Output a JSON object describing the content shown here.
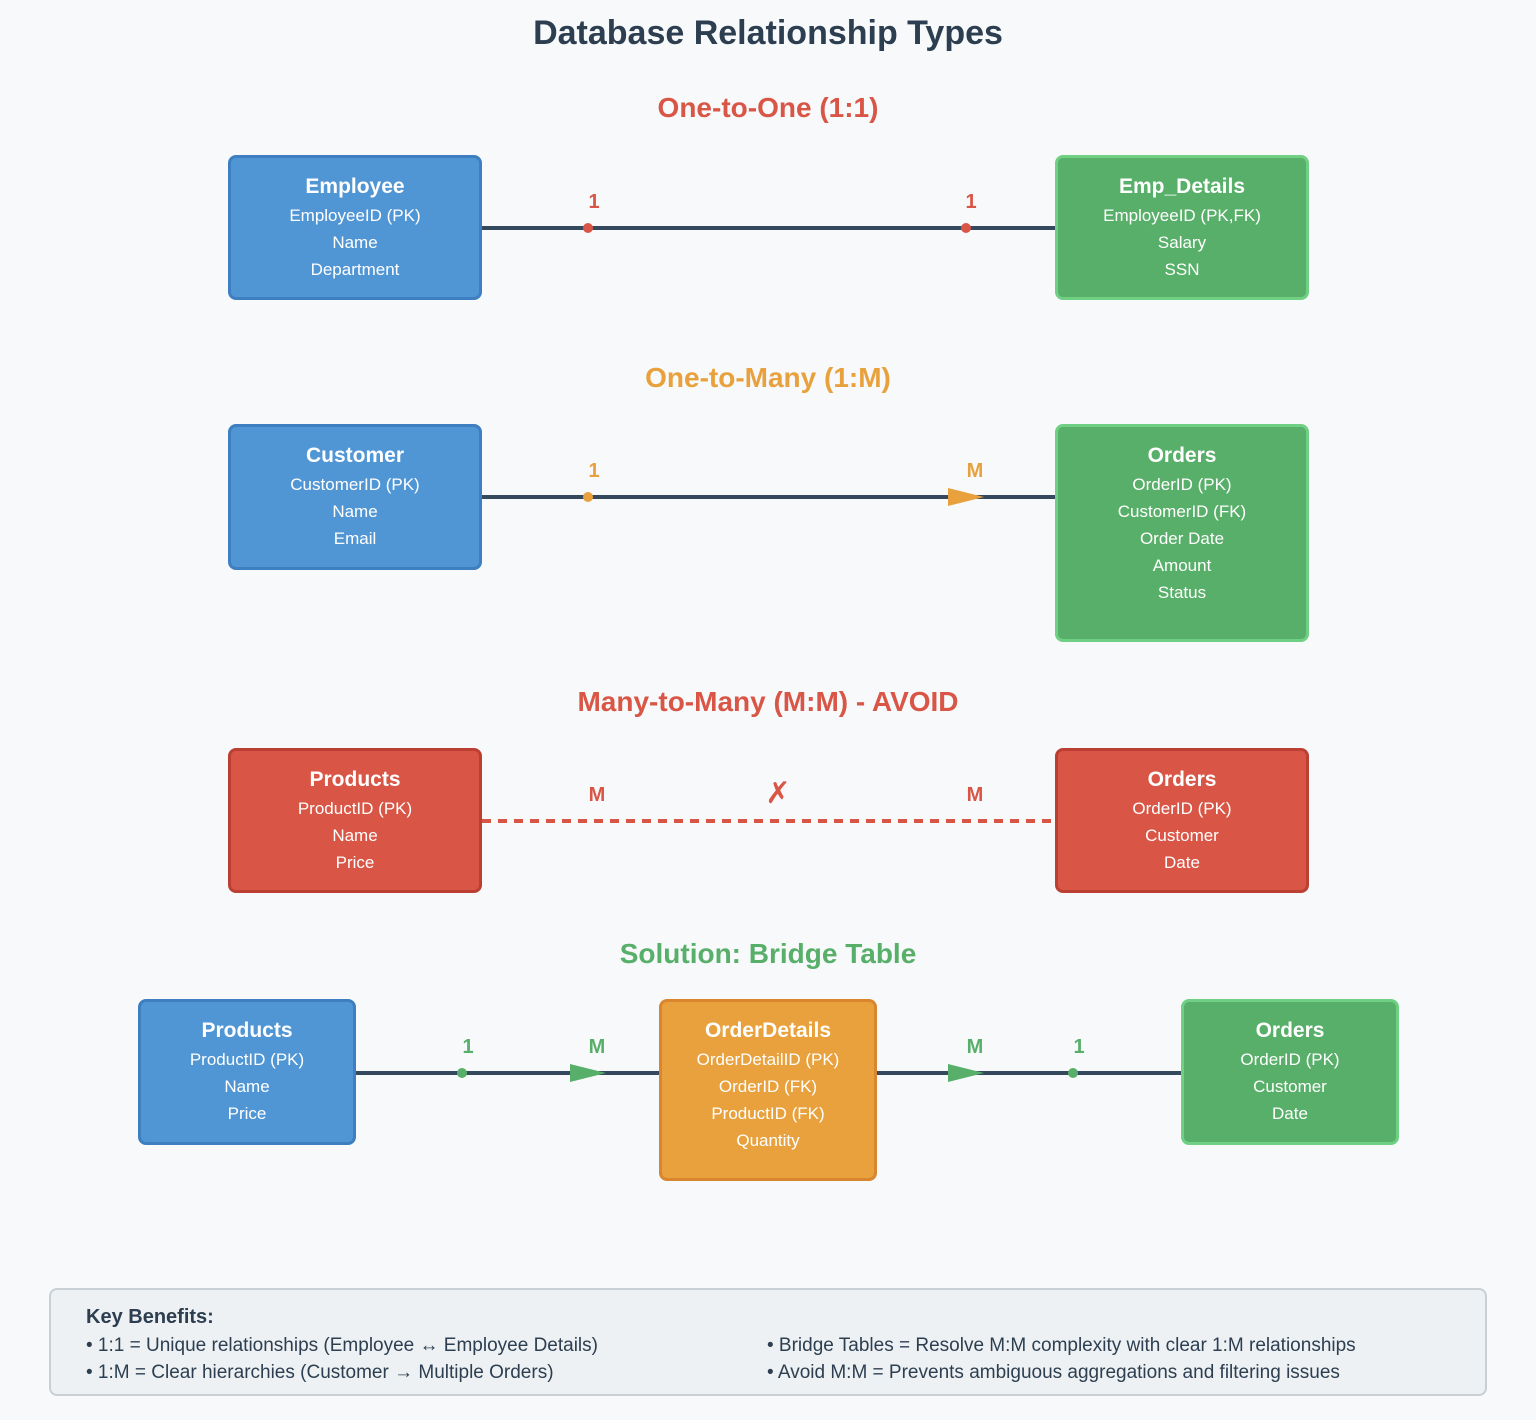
{
  "title": "Database Relationship Types",
  "colors": {
    "line": "#34495e",
    "red": "#d95646",
    "orange": "#e8a13c",
    "green": "#58af69",
    "blue": "#5196d4"
  },
  "sections": {
    "one_to_one": {
      "title": "One-to-One (1:1)",
      "left": {
        "name": "Employee",
        "fields": [
          "EmployeeID (PK)",
          "Name",
          "Department"
        ]
      },
      "right": {
        "name": "Emp_Details",
        "fields": [
          "EmployeeID (PK,FK)",
          "Salary",
          "SSN"
        ]
      },
      "left_card": "1",
      "right_card": "1"
    },
    "one_to_many": {
      "title": "One-to-Many (1:M)",
      "left": {
        "name": "Customer",
        "fields": [
          "CustomerID (PK)",
          "Name",
          "Email"
        ]
      },
      "right": {
        "name": "Orders",
        "fields": [
          "OrderID (PK)",
          "CustomerID (FK)",
          "Order Date",
          "Amount",
          "Status"
        ]
      },
      "left_card": "1",
      "right_card": "M"
    },
    "many_to_many": {
      "title": "Many-to-Many (M:M) - AVOID",
      "left": {
        "name": "Products",
        "fields": [
          "ProductID (PK)",
          "Name",
          "Price"
        ]
      },
      "right": {
        "name": "Orders",
        "fields": [
          "OrderID (PK)",
          "Customer",
          "Date"
        ]
      },
      "left_card": "M",
      "right_card": "M",
      "cross": "✗"
    },
    "bridge": {
      "title": "Solution: Bridge Table",
      "left": {
        "name": "Products",
        "fields": [
          "ProductID (PK)",
          "Name",
          "Price"
        ]
      },
      "middle": {
        "name": "OrderDetails",
        "fields": [
          "OrderDetailID (PK)",
          "OrderID (FK)",
          "ProductID (FK)",
          "Quantity"
        ]
      },
      "right": {
        "name": "Orders",
        "fields": [
          "OrderID (PK)",
          "Customer",
          "Date"
        ]
      },
      "card_1": "1",
      "card_2": "M",
      "card_3": "M",
      "card_4": "1"
    }
  },
  "benefits": {
    "heading": "Key Benefits:",
    "items": [
      "• 1:1 = Unique relationships (Employee ↔ Employee Details)",
      "• 1:M = Clear hierarchies (Customer → Multiple Orders)",
      "• Bridge Tables = Resolve M:M complexity with clear 1:M relationships",
      "• Avoid M:M = Prevents ambiguous aggregations and filtering issues"
    ]
  }
}
